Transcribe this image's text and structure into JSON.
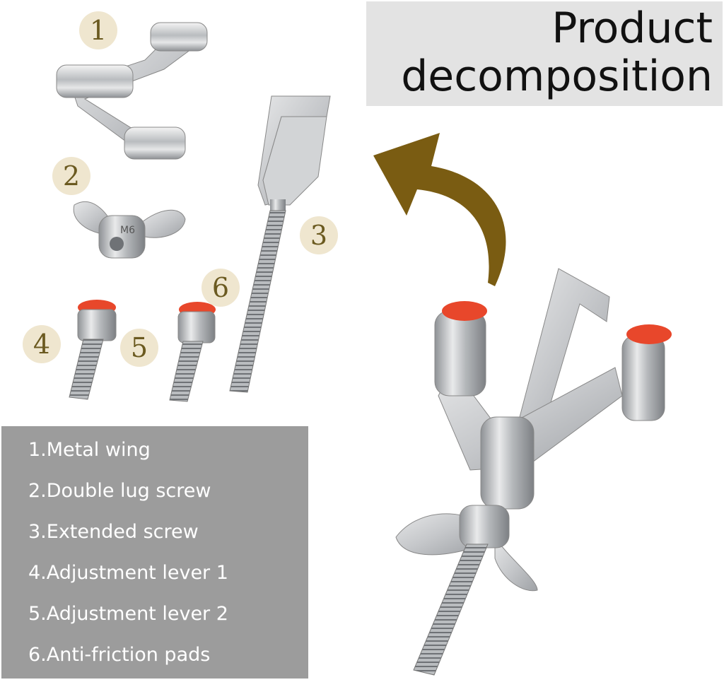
{
  "title": {
    "line1": "Product",
    "line2": "decomposition"
  },
  "badges": [
    "1",
    "2",
    "3",
    "4",
    "5",
    "6"
  ],
  "legend": [
    "1.Metal wing",
    "2.Double lug screw",
    "3.Extended screw",
    "4.Adjustment lever 1",
    "5.Adjustment lever 2",
    "6.Anti-friction pads"
  ],
  "wingnut_stamp": "M6",
  "colors": {
    "arrow": "#7a5c12",
    "badge_bg": "#efe6cf",
    "badge_text": "#6b5a20",
    "pad": "#e8472b",
    "legend_bg": "#9c9c9c",
    "title_bg": "#e3e3e3"
  }
}
